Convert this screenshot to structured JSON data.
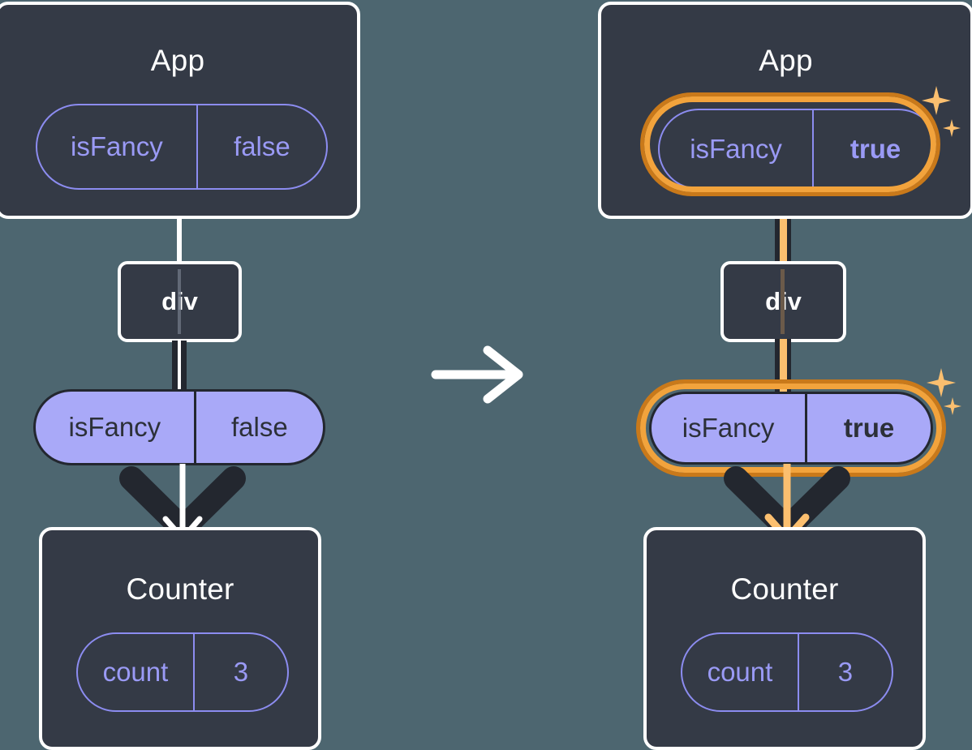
{
  "diagram": {
    "type": "react-state-propagation",
    "background_color": "#4d6670",
    "accent_highlight_color": "#f2a33c",
    "pill_fill_color": "#a9a9f8",
    "panel_color": "#343a46",
    "transition_arrow_icon": "arrow-right-icon"
  },
  "before": {
    "app": {
      "title": "App",
      "state": {
        "key": "isFancy",
        "value": "false",
        "highlighted": false,
        "bold_value": false
      }
    },
    "div": {
      "label": "div"
    },
    "prop": {
      "key": "isFancy",
      "value": "false",
      "highlighted": false,
      "bold_value": false
    },
    "counter": {
      "title": "Counter",
      "state": {
        "key": "count",
        "value": "3",
        "highlighted": false,
        "bold_value": false
      }
    }
  },
  "after": {
    "app": {
      "title": "App",
      "state": {
        "key": "isFancy",
        "value": "true",
        "highlighted": true,
        "bold_value": true
      }
    },
    "div": {
      "label": "div"
    },
    "prop": {
      "key": "isFancy",
      "value": "true",
      "highlighted": true,
      "bold_value": true
    },
    "counter": {
      "title": "Counter",
      "state": {
        "key": "count",
        "value": "3",
        "highlighted": false,
        "bold_value": false
      }
    }
  },
  "sparkles": {
    "app_big": "sparkle-icon",
    "app_small": "sparkle-icon",
    "prop_big": "sparkle-icon",
    "prop_small": "sparkle-icon"
  }
}
